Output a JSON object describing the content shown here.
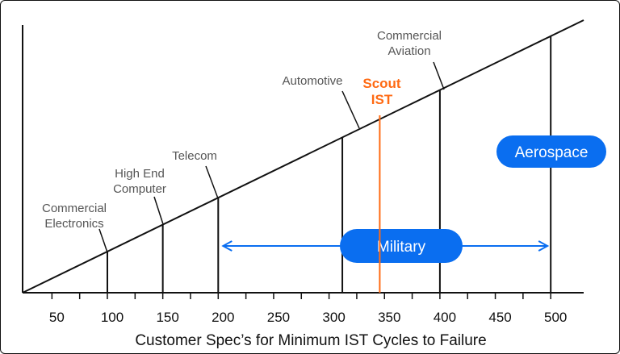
{
  "chart_data": {
    "type": "line",
    "xlabel": "Customer Spec’s for Minimum IST Cycles to Failure",
    "ylabel": "",
    "xlim": [
      25,
      525
    ],
    "x_ticks": [
      50,
      100,
      150,
      200,
      250,
      300,
      350,
      400,
      450,
      500
    ],
    "x_tick_labels": [
      "50",
      "100",
      "150",
      "200",
      "250",
      "300",
      "350",
      "400",
      "450",
      "500"
    ],
    "line": {
      "from_x": 25,
      "to_x": 525
    },
    "markers": [
      {
        "name": "commercial_electronics",
        "lines": [
          "Commercial",
          "Electronics"
        ],
        "x": 100
      },
      {
        "name": "high_end_computer",
        "lines": [
          "High End",
          "Computer"
        ],
        "x": 150
      },
      {
        "name": "telecom",
        "lines": [
          "Telecom"
        ],
        "x": 200
      },
      {
        "name": "automotive",
        "lines": [
          "Automotive"
        ],
        "x": 312
      },
      {
        "name": "commercial_aviation",
        "lines": [
          "Commercial",
          "Aviation"
        ],
        "x": 400
      },
      {
        "name": "aerospace",
        "lines": [
          "Aerospace"
        ],
        "x": 500
      }
    ],
    "scout": {
      "lines": [
        "Scout",
        "IST"
      ],
      "x": 337,
      "color": "#ff6a13"
    },
    "military_range": {
      "label": "Military",
      "from": 200,
      "to": 500
    },
    "aerospace_label": "Aerospace",
    "colors": {
      "line": "#111111",
      "accent": "#0a6ef0",
      "scout": "#ff6a13",
      "annotation": "#555555"
    }
  }
}
